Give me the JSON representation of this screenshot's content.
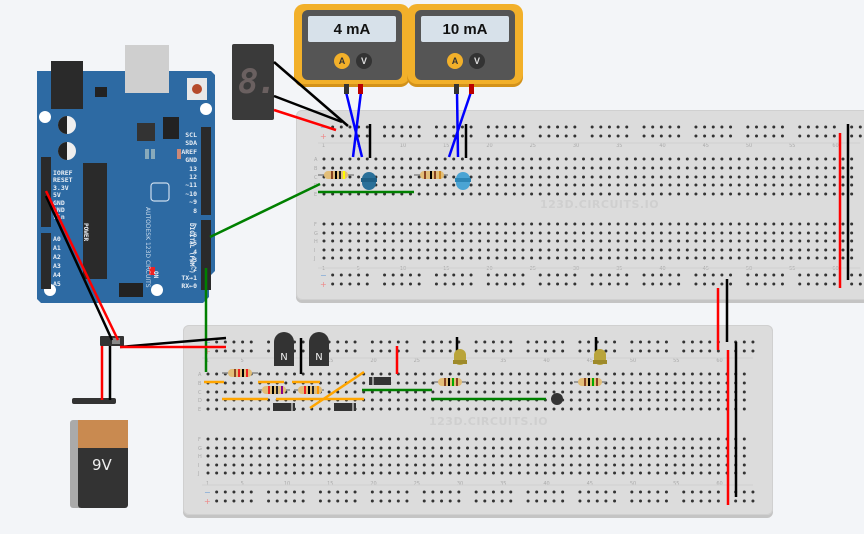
{
  "app": {
    "watermark": "123D.CIRCUITS.IO"
  },
  "multimeters": [
    {
      "reading": "4 mA",
      "mode_current": "A",
      "mode_voltage": "V"
    },
    {
      "reading": "10 mA",
      "mode_current": "A",
      "mode_voltage": "V"
    }
  ],
  "seven_segment": {
    "display": "8."
  },
  "battery": {
    "label": "9V"
  },
  "arduino": {
    "brand": "AUTODESK",
    "product": "123D CIRCUITS",
    "power_header_label": "POWER",
    "analog_header_label": "ANALOG IN",
    "digital_header_label": "DIGITAL (PWM~)",
    "on_label": "ON",
    "rx_label": "RX",
    "tx_label": "TX",
    "l_label": "L",
    "left_pins": [
      "IOREF",
      "RESET",
      "3.3V",
      "5V",
      "GND",
      "GND",
      "Vin"
    ],
    "analog_pins": [
      "A0",
      "A1",
      "A2",
      "A3",
      "A4",
      "A5"
    ],
    "right_pins_top": [
      "SCL",
      "SDA",
      "AREF",
      "GND",
      "13",
      "12",
      "~11",
      "~10",
      "~9",
      "8"
    ],
    "right_pins_bottom": [
      "7",
      "~6",
      "~5",
      "4",
      "~3",
      "2",
      "TX→1",
      "RX←0"
    ]
  },
  "breadboard_top": {
    "column_numbers": [
      "1",
      "5",
      "10",
      "15",
      "20",
      "25",
      "30",
      "35",
      "40",
      "45",
      "50",
      "55",
      "60"
    ],
    "row_labels_top": [
      "A",
      "B",
      "C",
      "D",
      "E"
    ],
    "row_labels_bottom": [
      "F",
      "G",
      "H",
      "I",
      "J"
    ],
    "rail_minus": "−",
    "rail_plus": "+"
  },
  "breadboard_bottom": {
    "column_numbers": [
      "1",
      "5",
      "10",
      "15",
      "20",
      "25",
      "30",
      "35",
      "40",
      "45",
      "50",
      "55",
      "60"
    ],
    "row_labels_top": [
      "A",
      "B",
      "C",
      "D",
      "E"
    ],
    "row_labels_bottom": [
      "F",
      "G",
      "H",
      "I",
      "J"
    ],
    "transistor_label": "N",
    "rail_minus": "−",
    "rail_plus": "+"
  },
  "colors": {
    "arduino_blue": "#2d6aa3",
    "breadboard": "#dcdcdc",
    "multimeter": "#f2b02a",
    "wire_red": "#ff0000",
    "wire_black": "#000000",
    "wire_green": "#008000",
    "wire_blue": "#0000ff",
    "wire_orange": "#ffa500"
  }
}
